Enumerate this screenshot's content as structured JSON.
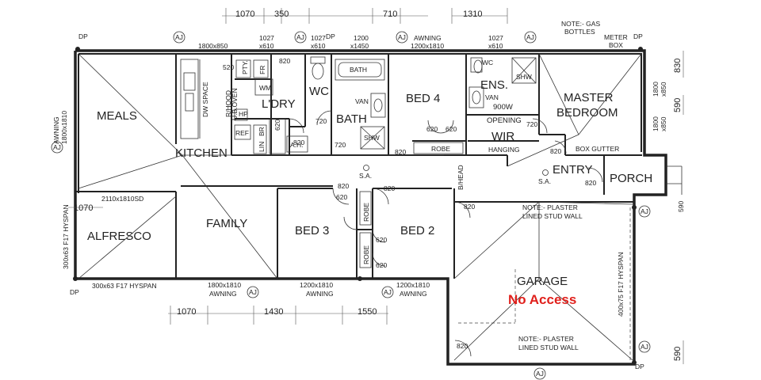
{
  "rooms": {
    "meals": "MEALS",
    "kitchen": "KITCHEN",
    "family": "FAMILY",
    "alfresco": "ALFRESCO",
    "laundry": "L'DRY",
    "wc": "WC",
    "bath": "BATH",
    "bed4": "BED 4",
    "ens": "ENS.",
    "wir": "WIR",
    "master_line1": "MASTER",
    "master_line2": "BEDROOM",
    "entry": "ENTRY",
    "porch": "PORCH",
    "bed3": "BED 3",
    "bed2": "BED 2",
    "garage": "GARAGE",
    "no_access": "No Access"
  },
  "top_dimensions": [
    "1070",
    "350",
    "710",
    "1310"
  ],
  "bottom_dimensions": [
    "1070",
    "1430",
    "1550"
  ],
  "side_dimensions": {
    "right_830": "830",
    "right_590a": "590",
    "right_590b": "590",
    "left_1070": "1070"
  },
  "window_labels": {
    "w1800x850": "1800x850",
    "w1027a_line1": "1027",
    "w1027a_line2": "x610",
    "w1027b_line1": "1027",
    "w1027b_line2": "x610",
    "w1200_line1": "1200",
    "w1200_line2": "x1450",
    "awning_top": "AWNING",
    "awning_top_size": "1200x1810",
    "w1027c_line1": "1027",
    "w1027c_line2": "x610",
    "left_awning": "AWNING",
    "left_awning_size": "1800x1810",
    "right_1800a": "1800",
    "right_x850a": "x850",
    "right_1800b": "1800",
    "right_x850b": "x850",
    "sliding_door": "2110x1810SD",
    "alfresco_beam": "300x63 F17 HYSPAN",
    "bottom_beam": "300x63 F17 HYSPAN",
    "bot_w1_size": "1800x1810",
    "bot_w1_type": "AWNING",
    "bot_w2_size": "1200x1810",
    "bot_w2_type": "AWNING",
    "bot_w3_size": "1200x1810",
    "bot_w3_type": "AWNING",
    "garage_beam": "400x75 F17 HYSPAN"
  },
  "notes": {
    "gas_line1": "NOTE:- GAS",
    "gas_line2": "BOTTLES",
    "meter_line1": "METER",
    "meter_line2": "BOX",
    "plaster_top_line1": "NOTE:- PLASTER",
    "plaster_top_line2": "LINED STUD WALL",
    "plaster_bot_line1": "NOTE:- PLASTER",
    "plaster_bot_line2": "LINED STUD WALL",
    "box_gutter": "BOX GUTTER",
    "opening_line1": "OPENING",
    "opening_line2": "900W",
    "bhead": "B/HEAD",
    "sa1": "S.A.",
    "sa2": "S.A."
  },
  "fixtures": {
    "pty": "PTY.",
    "fr": "FR",
    "wm": "WM",
    "rhood": "R/HOOD",
    "uboven": "U.B.OVEN",
    "hp": "HP",
    "br": "BR",
    "ref": "REF",
    "lin": "LIN",
    "dw": "DW SPACE",
    "ah": "A.H.",
    "bath_tub": "BATH",
    "van1": "VAN",
    "shw1": "SHW",
    "wc_ens": "WC",
    "van2": "VAN",
    "shw2": "SHW",
    "robe_bed4": "ROBE",
    "hanging": "HANGING",
    "robe_bed3": "ROBE",
    "robe_bed2": "ROBE"
  },
  "door_sizes": {
    "d520": "520",
    "d820_ldry": "820",
    "d720_wc": "720",
    "d820_wc": "820",
    "d720_bath": "720",
    "d820_kitchen": "820",
    "d620_b4a": "620",
    "d620_b4b": "620",
    "d820_bed4": "820",
    "d720_wir": "720",
    "d820_ent": "820",
    "d820_b3": "820",
    "d820_b2": "820",
    "d620_b3": "620",
    "d620_b2": "620",
    "d620_b2b": "620",
    "d820_garage": "820",
    "d820_porch": "820",
    "d820_ens": "820"
  },
  "markers": {
    "dp": "DP",
    "aj": "AJ"
  }
}
